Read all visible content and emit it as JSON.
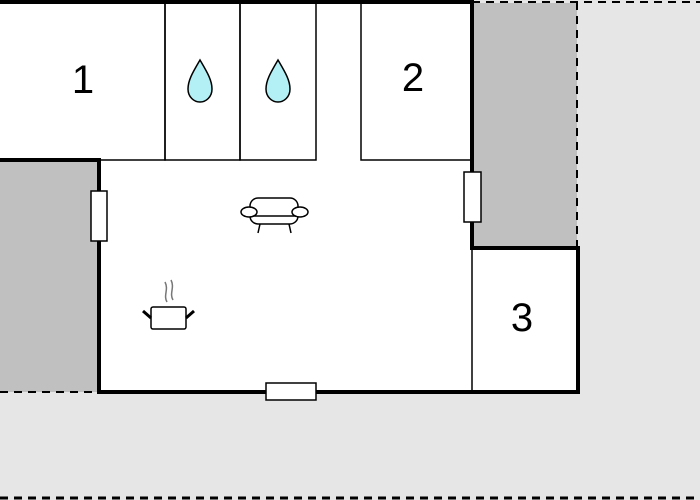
{
  "floorplan": {
    "rooms": [
      {
        "label": "1",
        "type": "bedroom"
      },
      {
        "label": "2",
        "type": "bedroom"
      },
      {
        "label": "3",
        "type": "bedroom"
      }
    ],
    "icons": [
      "water-drop-icon",
      "water-drop-icon",
      "armchair-icon",
      "cooking-pot-icon"
    ],
    "colors": {
      "outside": "#e6e6e6",
      "terrace": "#c0c0c0",
      "interior": "#ffffff",
      "wall": "#000000",
      "water": "#b3f0f5"
    }
  }
}
